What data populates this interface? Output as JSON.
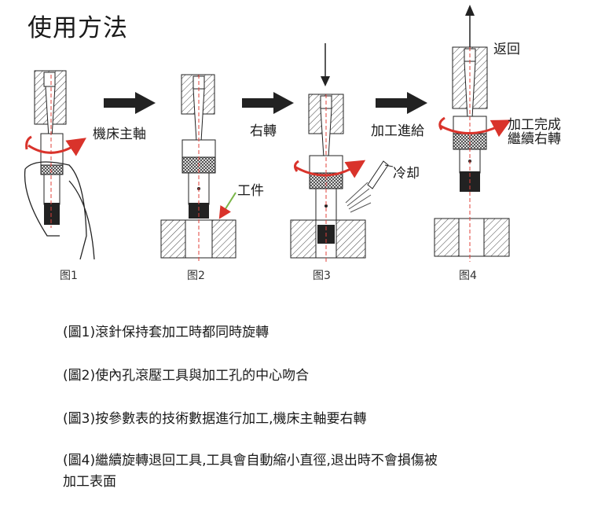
{
  "title": "使用方法",
  "labels": {
    "lathe_spindle": "機床主軸",
    "turn_right": "右轉",
    "feed": "加工進給",
    "return": "返回",
    "done_1": "加工完成",
    "done_2": "繼續右轉",
    "workpiece": "工件",
    "coolant": "冷却"
  },
  "captions": [
    "图1",
    "图2",
    "图3",
    "图4"
  ],
  "notes": [
    "(圖1)滾針保持套加工時都同時旋轉",
    "(圖2)使內孔滾壓工具與加工孔的中心吻合",
    "(圖3)按參數表的技術數据進行加工,機床主軸要右轉",
    "(圖4)繼續旋轉退回工具,工具會自動縮小直徑,退出時不會損傷被",
    "加工表面"
  ],
  "colors": {
    "arrow_red": "#d9332b",
    "guide_green": "#7ab648",
    "hatch": "#333333",
    "dash_red": "#e0403a"
  }
}
